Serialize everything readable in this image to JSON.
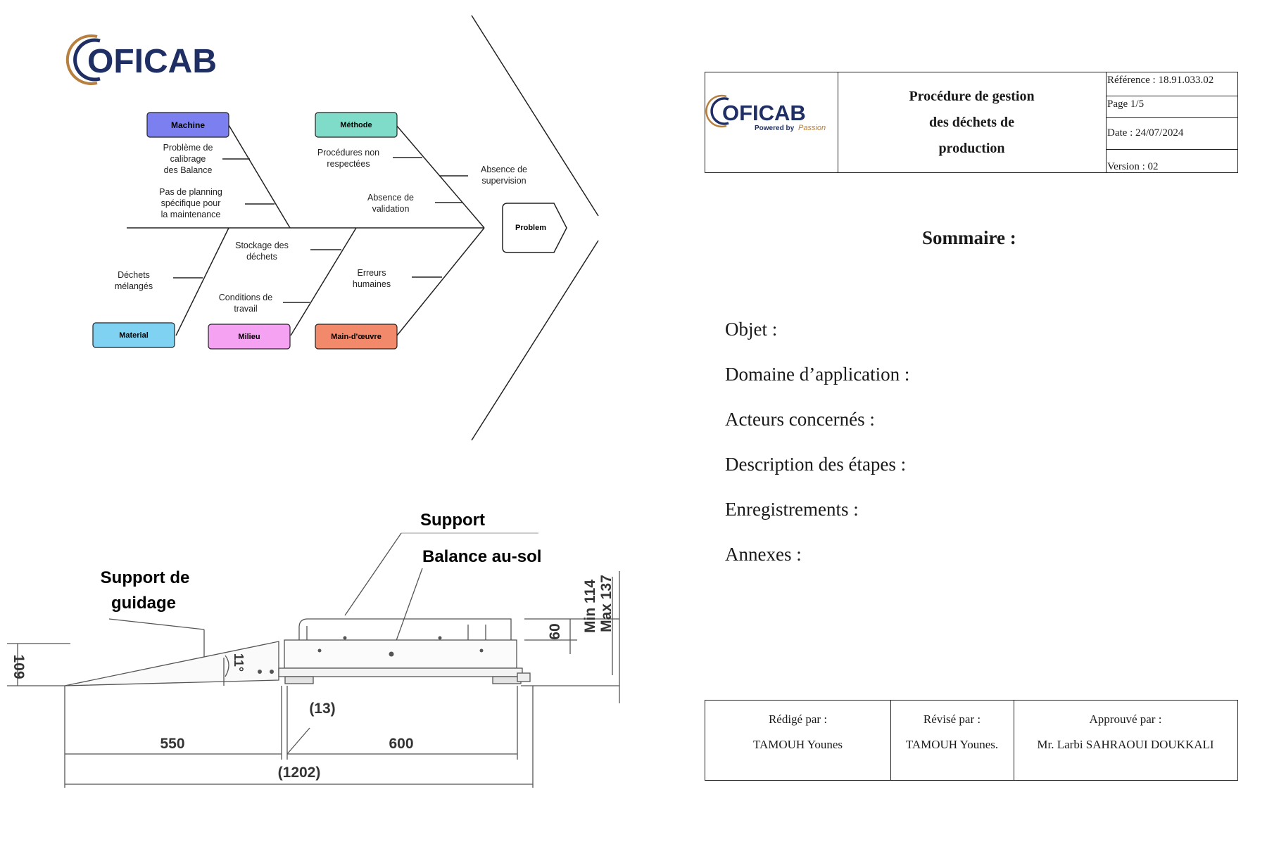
{
  "brand": {
    "logo_text": "OFICAB",
    "logo_tagline_prefix": "Powered by",
    "logo_tagline_script": "Passion"
  },
  "colors": {
    "brand_blue": "#1f2e63",
    "brand_copper": "#b8803f",
    "machine": "#7b7ff0",
    "methode": "#7fdcc9",
    "material": "#7fd2f2",
    "milieu": "#f6a2f3",
    "main_oeuvre": "#f2896b"
  },
  "fishbone": {
    "problem": "Problem",
    "categories": {
      "machine": "Machine",
      "methode": "Méthode",
      "material": "Material",
      "milieu": "Milieu",
      "main_oeuvre": "Main-d'œuvre"
    },
    "causes": {
      "machine_1": [
        "Problème de",
        "calibrage",
        "des Balance"
      ],
      "machine_2": [
        "Pas de planning",
        "spécifique pour",
        "la maintenance"
      ],
      "methode_1": [
        "Procédures non",
        "respectées"
      ],
      "methode_2": [
        "Absence de",
        "validation"
      ],
      "methode_3": [
        "Absence de",
        "supervision"
      ],
      "material_1": [
        "Déchets",
        "mélangés"
      ],
      "milieu_1": [
        "Stockage des",
        "déchets"
      ],
      "milieu_2": [
        "Conditions de",
        "travail"
      ],
      "main_1": [
        "Erreurs",
        "humaines"
      ]
    }
  },
  "scale_drawing": {
    "label_support": "Support",
    "label_balance": "Balance au-sol",
    "label_guide_1": "Support de",
    "label_guide_2": "guidage",
    "dim_109": "109",
    "dim_angle": "11°",
    "dim_60": "60",
    "dim_min": "Min 114",
    "dim_max": "Max 137",
    "dim_13": "(13)",
    "dim_550": "550",
    "dim_600": "600",
    "dim_1202": "(1202)"
  },
  "doc_header": {
    "title_lines": [
      "Procédure de gestion",
      "des déchets de",
      "production"
    ],
    "reference": "Référence : 18.91.033.02",
    "page": "Page 1/5",
    "date": "Date : 24/07/2024",
    "version": "Version : 02"
  },
  "sommaire": {
    "title": "Sommaire :",
    "items": [
      "Objet :",
      "Domaine d’application :",
      "Acteurs concernés :",
      "Description des étapes :",
      "Enregistrements :",
      "Annexes :"
    ]
  },
  "signatures": {
    "redige_label": "Rédigé par :",
    "redige_name": "TAMOUH Younes",
    "revise_label": "Révisé par :",
    "revise_name": "TAMOUH Younes.",
    "approuve_label": "Approuvé par :",
    "approuve_name": "Mr. Larbi SAHRAOUI DOUKKALI"
  }
}
